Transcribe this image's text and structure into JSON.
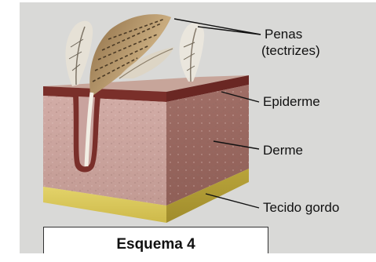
{
  "labels": {
    "feathers_line1": "Penas",
    "feathers_line2": "(tectrizes)",
    "epidermis": "Epiderme",
    "dermis": "Derme",
    "fat_tissue": "Tecido gordo"
  },
  "caption": "Esquema 4",
  "colors": {
    "background": "#d9d9d7",
    "epidermis": "#7a2f2a",
    "dermis": "#c9a39e",
    "fat": "#d8c457",
    "feather_shaft": "#f2eee4"
  }
}
